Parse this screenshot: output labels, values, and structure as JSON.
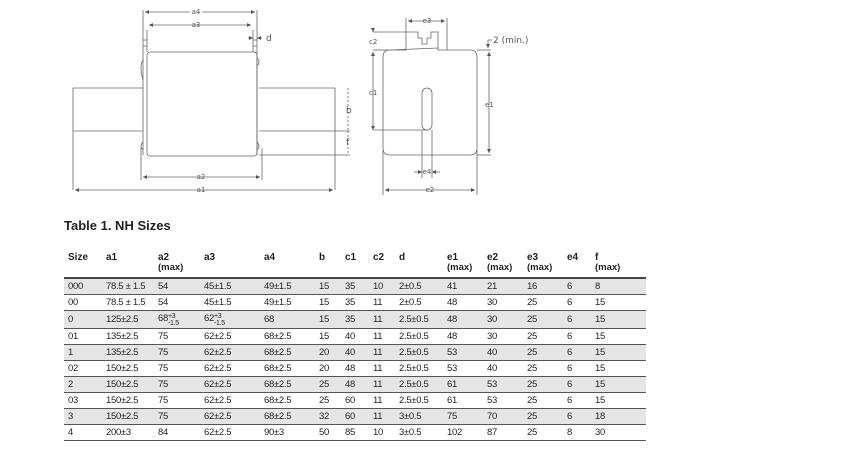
{
  "diagram": {
    "side_view_labels": {
      "a1": "a1",
      "a2": "a2",
      "a3": "a3",
      "a4": "a4",
      "b": "b",
      "f": "f",
      "d": "d"
    },
    "end_view_labels": {
      "c1": "c1",
      "c2": "c2",
      "e1": "e1",
      "e2": "e2",
      "e3": "e3",
      "e4": "e4",
      "min_note": "2 (min.)"
    }
  },
  "table": {
    "title": "Table 1. NH Sizes",
    "columns": [
      {
        "label": "Size",
        "sub": ""
      },
      {
        "label": "a1",
        "sub": ""
      },
      {
        "label": "a2",
        "sub": "(max)"
      },
      {
        "label": "a3",
        "sub": ""
      },
      {
        "label": "a4",
        "sub": ""
      },
      {
        "label": "b",
        "sub": ""
      },
      {
        "label": "c1",
        "sub": ""
      },
      {
        "label": "c2",
        "sub": ""
      },
      {
        "label": "d",
        "sub": ""
      },
      {
        "label": "e1",
        "sub": "(max)"
      },
      {
        "label": "e2",
        "sub": "(max)"
      },
      {
        "label": "e3",
        "sub": "(max)"
      },
      {
        "label": "e4",
        "sub": ""
      },
      {
        "label": "f",
        "sub": "(max)"
      }
    ],
    "rows": [
      [
        "000",
        "78.5 ± 1.5",
        "54",
        "45±1.5",
        "49±1.5",
        "15",
        "35",
        "10",
        "2±0.5",
        "41",
        "21",
        "16",
        "6",
        "8"
      ],
      [
        "00",
        "78.5 ± 1.5",
        "54",
        "45±1.5",
        "49±1.5",
        "15",
        "35",
        "11",
        "2±0.5",
        "48",
        "30",
        "25",
        "6",
        "15"
      ],
      [
        "0",
        "125±2.5",
        "68|+3|-1.5",
        "62|+3|-1.5",
        "68",
        "15",
        "35",
        "11",
        "2.5±0.5",
        "48",
        "30",
        "25",
        "6",
        "15"
      ],
      [
        "01",
        "135±2.5",
        "75",
        "62±2.5",
        "68±2.5",
        "15",
        "40",
        "11",
        "2.5±0.5",
        "48",
        "30",
        "25",
        "6",
        "15"
      ],
      [
        "1",
        "135±2.5",
        "75",
        "62±2.5",
        "68±2.5",
        "20",
        "40",
        "11",
        "2.5±0.5",
        "53",
        "40",
        "25",
        "6",
        "15"
      ],
      [
        "02",
        "150±2.5",
        "75",
        "62±2.5",
        "68±2.5",
        "20",
        "48",
        "11",
        "2.5±0.5",
        "53",
        "40",
        "25",
        "6",
        "15"
      ],
      [
        "2",
        "150±2.5",
        "75",
        "62±2.5",
        "68±2.5",
        "25",
        "48",
        "11",
        "2.5±0.5",
        "61",
        "53",
        "25",
        "6",
        "15"
      ],
      [
        "03",
        "150±2.5",
        "75",
        "62±2.5",
        "68±2.5",
        "25",
        "60",
        "11",
        "2.5±0.5",
        "61",
        "53",
        "25",
        "6",
        "15"
      ],
      [
        "3",
        "150±2.5",
        "75",
        "62±2.5",
        "68±2.5",
        "32",
        "60",
        "11",
        "3±0.5",
        "75",
        "70",
        "25",
        "6",
        "18"
      ],
      [
        "4",
        "200±3",
        "84",
        "62±2.5",
        "90±3",
        "50",
        "85",
        "10",
        "3±0.5",
        "102",
        "87",
        "25",
        "8",
        "30"
      ]
    ]
  }
}
